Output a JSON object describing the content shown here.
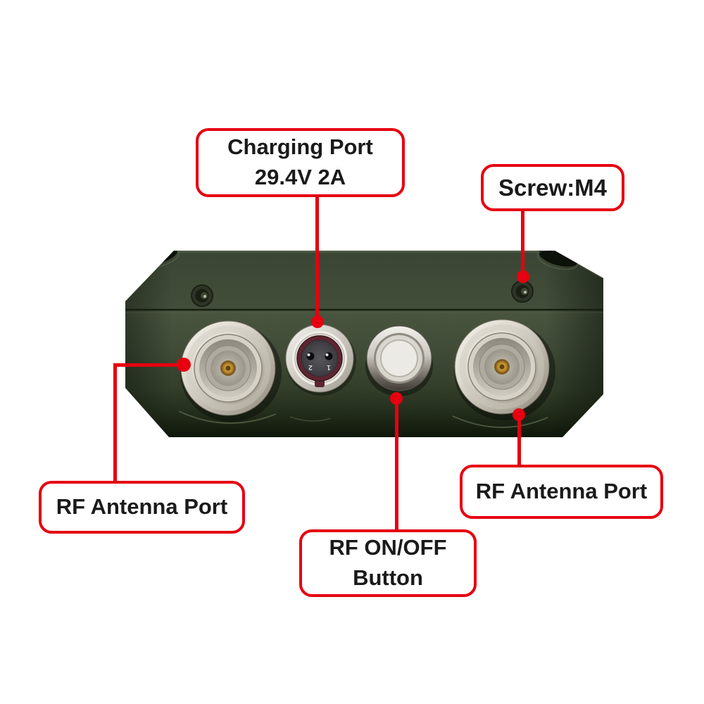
{
  "colors": {
    "accent": "#e60010",
    "label_bg": "#ffffff",
    "label_text": "#1a1a1a",
    "page_bg": "#ffffff",
    "body_green": "#3f4a38",
    "body_green_dark": "#131a0e",
    "chrome_light": "#f2f0ea",
    "chrome_dark": "#8e887b",
    "maroon": "#5c2531",
    "gold_pin": "#c9952f"
  },
  "callouts": {
    "charging_port": {
      "line1": "Charging Port",
      "line2": "29.4V 2A"
    },
    "screw": {
      "label": "Screw:M4"
    },
    "antenna_left": {
      "label": "RF Antenna Port"
    },
    "antenna_right": {
      "label": "RF Antenna Port"
    },
    "rf_button": {
      "line1": "RF ON/OFF",
      "line2": "Button"
    }
  },
  "device": {
    "charging_pin_labels": [
      "1",
      "2"
    ]
  }
}
